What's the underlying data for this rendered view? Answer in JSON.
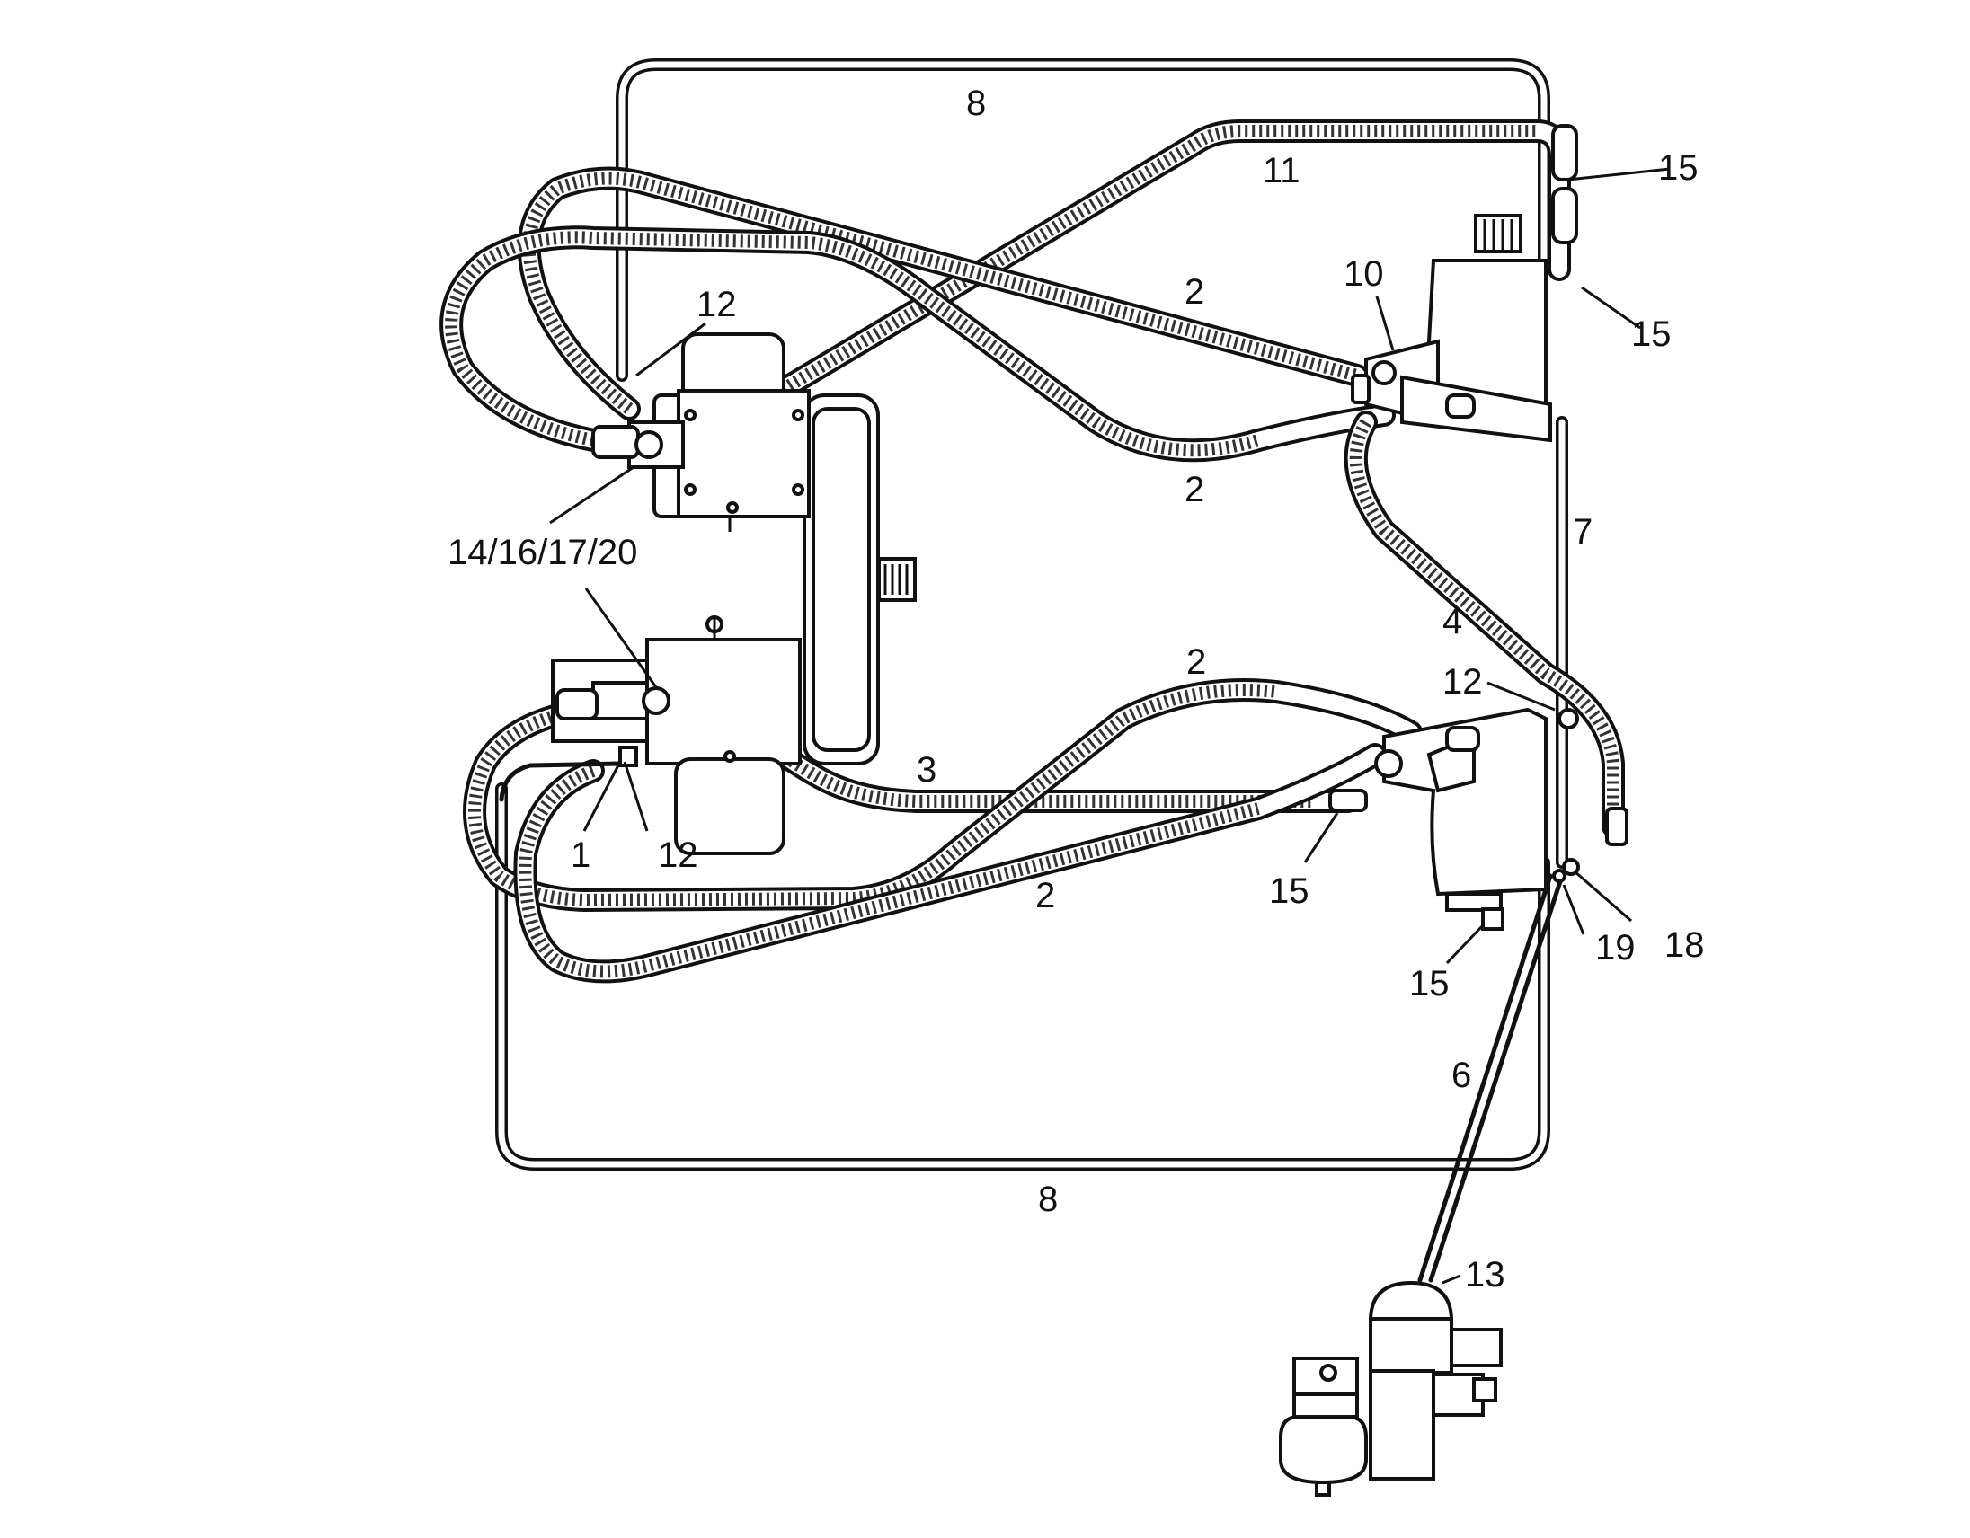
{
  "callouts": {
    "c1": "1",
    "c2a": "2",
    "c2b": "2",
    "c2c": "2",
    "c2d": "2",
    "c3": "3",
    "c4": "4",
    "c6": "6",
    "c7": "7",
    "c8a": "8",
    "c8b": "8",
    "c10": "10",
    "c11": "11",
    "c12a": "12",
    "c12b": "12",
    "c12c": "12",
    "c13": "13",
    "c14": "14/16/17/20",
    "c15a": "15",
    "c15b": "15",
    "c15c": "15",
    "c15d": "15",
    "c18": "18",
    "c19": "19"
  },
  "icons": {
    "upper_pump": "hydraulic-pump-icon",
    "lower_pump": "hydraulic-pump-icon",
    "upper_motor": "hydraulic-motor-icon",
    "lower_motor": "hydraulic-motor-icon",
    "valve": "valve-accumulator-icon",
    "drive": "gearbox-drive-icon"
  }
}
